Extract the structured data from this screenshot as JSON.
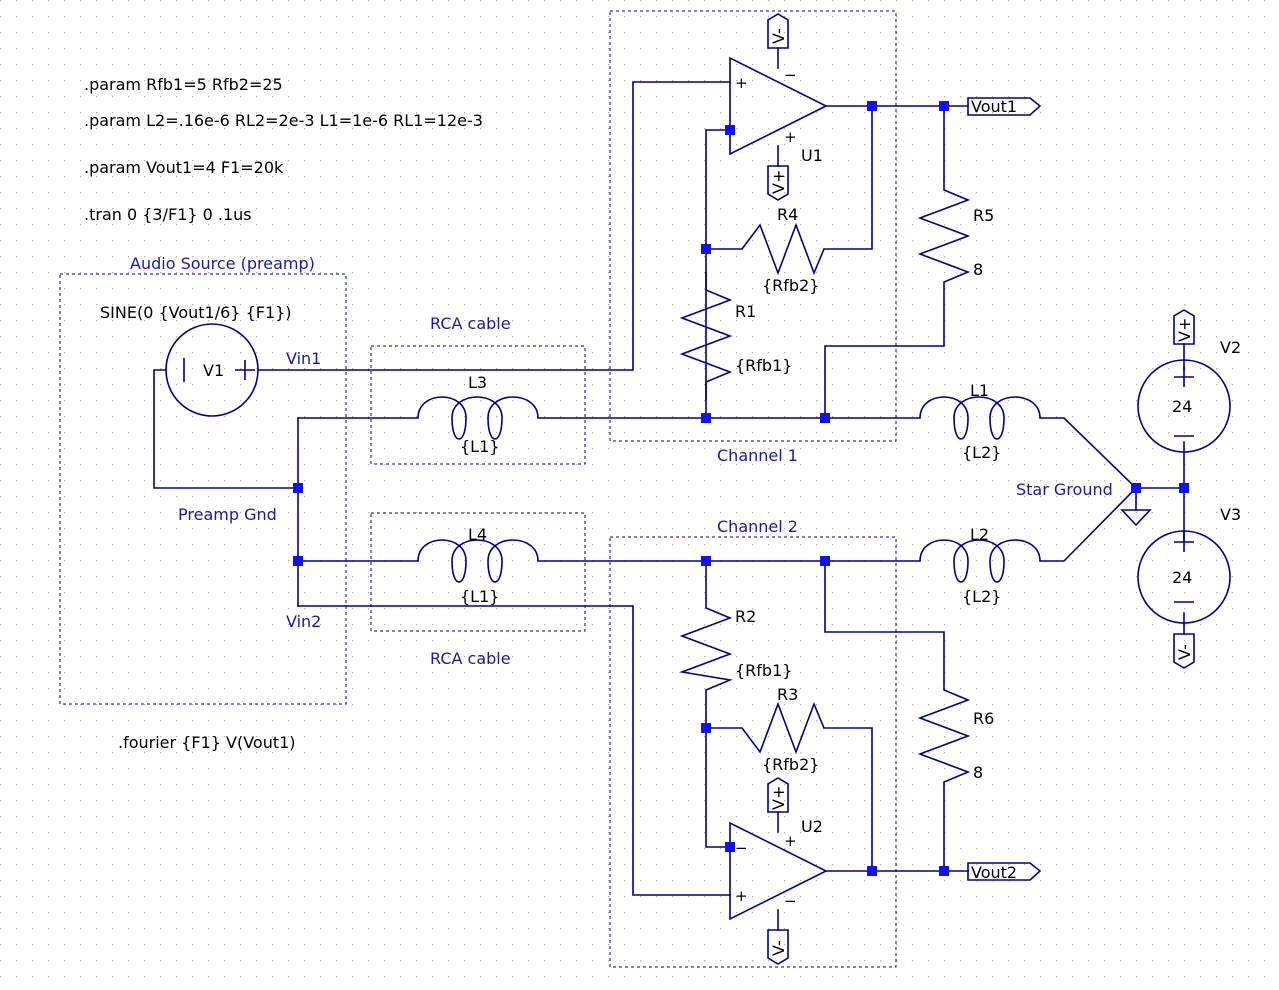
{
  "directives": {
    "param1": ".param Rfb1=5 Rfb2=25",
    "param2": ".param L2=.16e-6 RL2=2e-3 L1=1e-6 RL1=12e-3",
    "param3": ".param Vout1=4 F1=20k",
    "tran": ".tran 0 {3/F1} 0  .1us",
    "fourier": ".fourier {F1} V(Vout1)"
  },
  "boxes": {
    "audio_source": "Audio Source (preamp)",
    "rca1": "RCA cable",
    "rca2": "RCA cable",
    "channel1": "Channel 1",
    "channel2": "Channel 2"
  },
  "nets": {
    "vin1": "Vin1",
    "vin2": "Vin2",
    "preamp_gnd": "Preamp Gnd",
    "star_ground": "Star Ground",
    "vout1": "Vout1",
    "vout2": "Vout2"
  },
  "components": {
    "v1": {
      "name": "V1",
      "value": "SINE(0 {Vout1/6} {F1})"
    },
    "v2": {
      "name": "V2",
      "value": "24"
    },
    "v3": {
      "name": "V3",
      "value": "24"
    },
    "l1": {
      "name": "L1",
      "value": "{L2}"
    },
    "l2": {
      "name": "L2",
      "value": "{L2}"
    },
    "l3": {
      "name": "L3",
      "value": "{L1}"
    },
    "l4": {
      "name": "L4",
      "value": "{L1}"
    },
    "r1": {
      "name": "R1",
      "value": "{Rfb1}"
    },
    "r2": {
      "name": "R2",
      "value": "{Rfb1}"
    },
    "r3": {
      "name": "R3",
      "value": "{Rfb2}"
    },
    "r4": {
      "name": "R4",
      "value": "{Rfb2}"
    },
    "r5": {
      "name": "R5",
      "value": "8"
    },
    "r6": {
      "name": "R6",
      "value": "8"
    },
    "u1": {
      "name": "U1"
    },
    "u2": {
      "name": "U2"
    }
  },
  "power_flags": {
    "vneg": "V-",
    "vpos": "V+"
  },
  "pin_symbols": {
    "plus": "+",
    "minus": "−"
  },
  "colors": {
    "wire": "#00008b",
    "junction": "#1010ff",
    "net_label": "#1a1aa0",
    "grid_dot": "#b0b0b0",
    "background": "#ffffff"
  }
}
